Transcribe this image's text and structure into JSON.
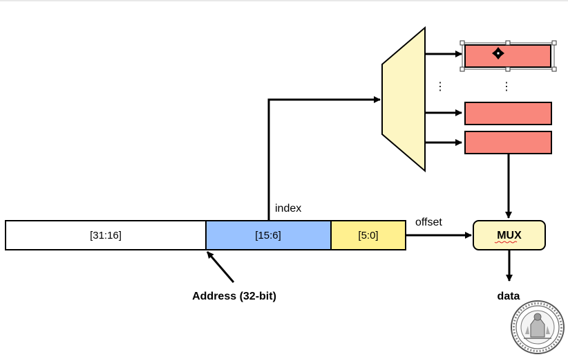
{
  "address": {
    "segments": [
      {
        "label": "[31:16]",
        "color": "#ffffff"
      },
      {
        "label": "[15:6]",
        "color": "#99c2ff"
      },
      {
        "label": "[5:0]",
        "color": "#fff08f"
      }
    ],
    "caption": "Address (32-bit)"
  },
  "labels": {
    "index": "index",
    "offset": "offset",
    "mux": "MUX",
    "data": "data",
    "ellipsis": "⋮"
  },
  "colors": {
    "cache_line": "#f9877c",
    "decoder": "#fdf6c3",
    "mux": "#fdf6c3",
    "arrow": "#000000"
  },
  "cache_lines": {
    "count_shown": 3
  },
  "icons": [
    "move-cursor-icon",
    "university-seal-icon"
  ]
}
